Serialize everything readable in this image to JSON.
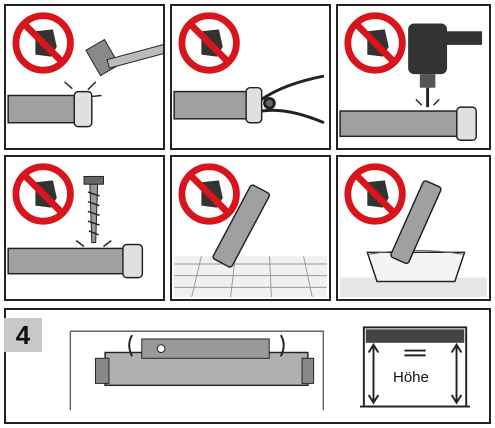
{
  "warnings": [
    {
      "id": "no-hammer",
      "icon": "hammer-icon"
    },
    {
      "id": "no-pliers",
      "icon": "pliers-icon"
    },
    {
      "id": "no-drill",
      "icon": "drill-icon"
    },
    {
      "id": "no-screw",
      "icon": "screw-icon"
    },
    {
      "id": "no-drop-floor",
      "icon": "floor-drop-icon"
    },
    {
      "id": "no-water",
      "icon": "water-bowl-icon"
    }
  ],
  "step": {
    "number": "4",
    "height_label": "Höhe"
  },
  "colors": {
    "prohibit_red": "#d8141c",
    "tube_gray": "#9a9a9a",
    "outline": "#222222"
  }
}
